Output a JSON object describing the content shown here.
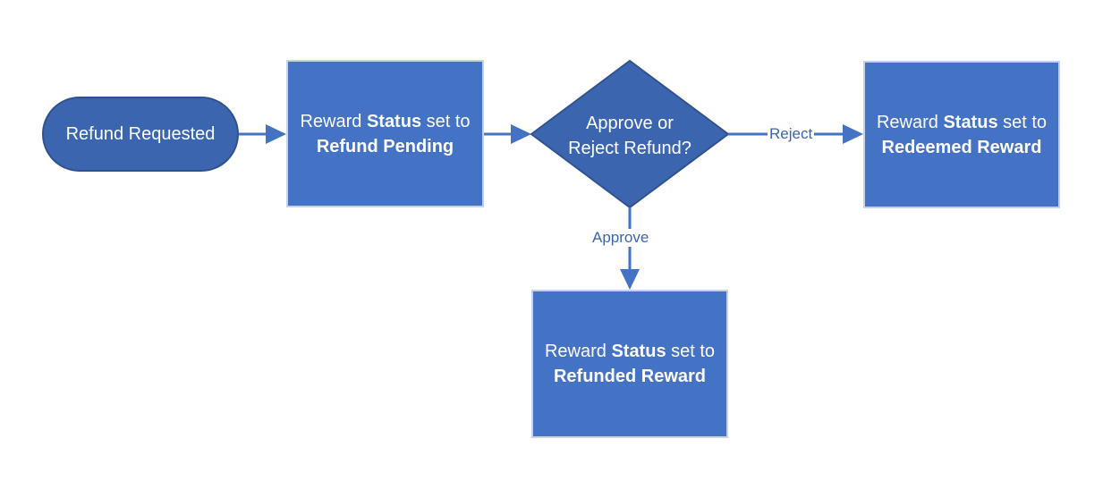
{
  "nodes": {
    "start": {
      "label": "Refund Requested"
    },
    "pending": {
      "prefix": "Reward ",
      "bold_word": "Status",
      "suffix": " set to",
      "status_value": "Refund Pending"
    },
    "decision": {
      "line1": "Approve or",
      "line2": "Reject Refund?"
    },
    "redeemed": {
      "prefix": "Reward ",
      "bold_word": "Status",
      "suffix": " set to",
      "status_value": "Redeemed Reward"
    },
    "refunded": {
      "prefix": "Reward ",
      "bold_word": "Status",
      "suffix": " set to",
      "status_value": "Refunded Reward"
    }
  },
  "edges": {
    "reject_label": "Reject",
    "approve_label": "Approve"
  },
  "colors": {
    "fill": "#4472c4",
    "dark_fill": "#3c65b0",
    "connector": "#4472c4"
  }
}
